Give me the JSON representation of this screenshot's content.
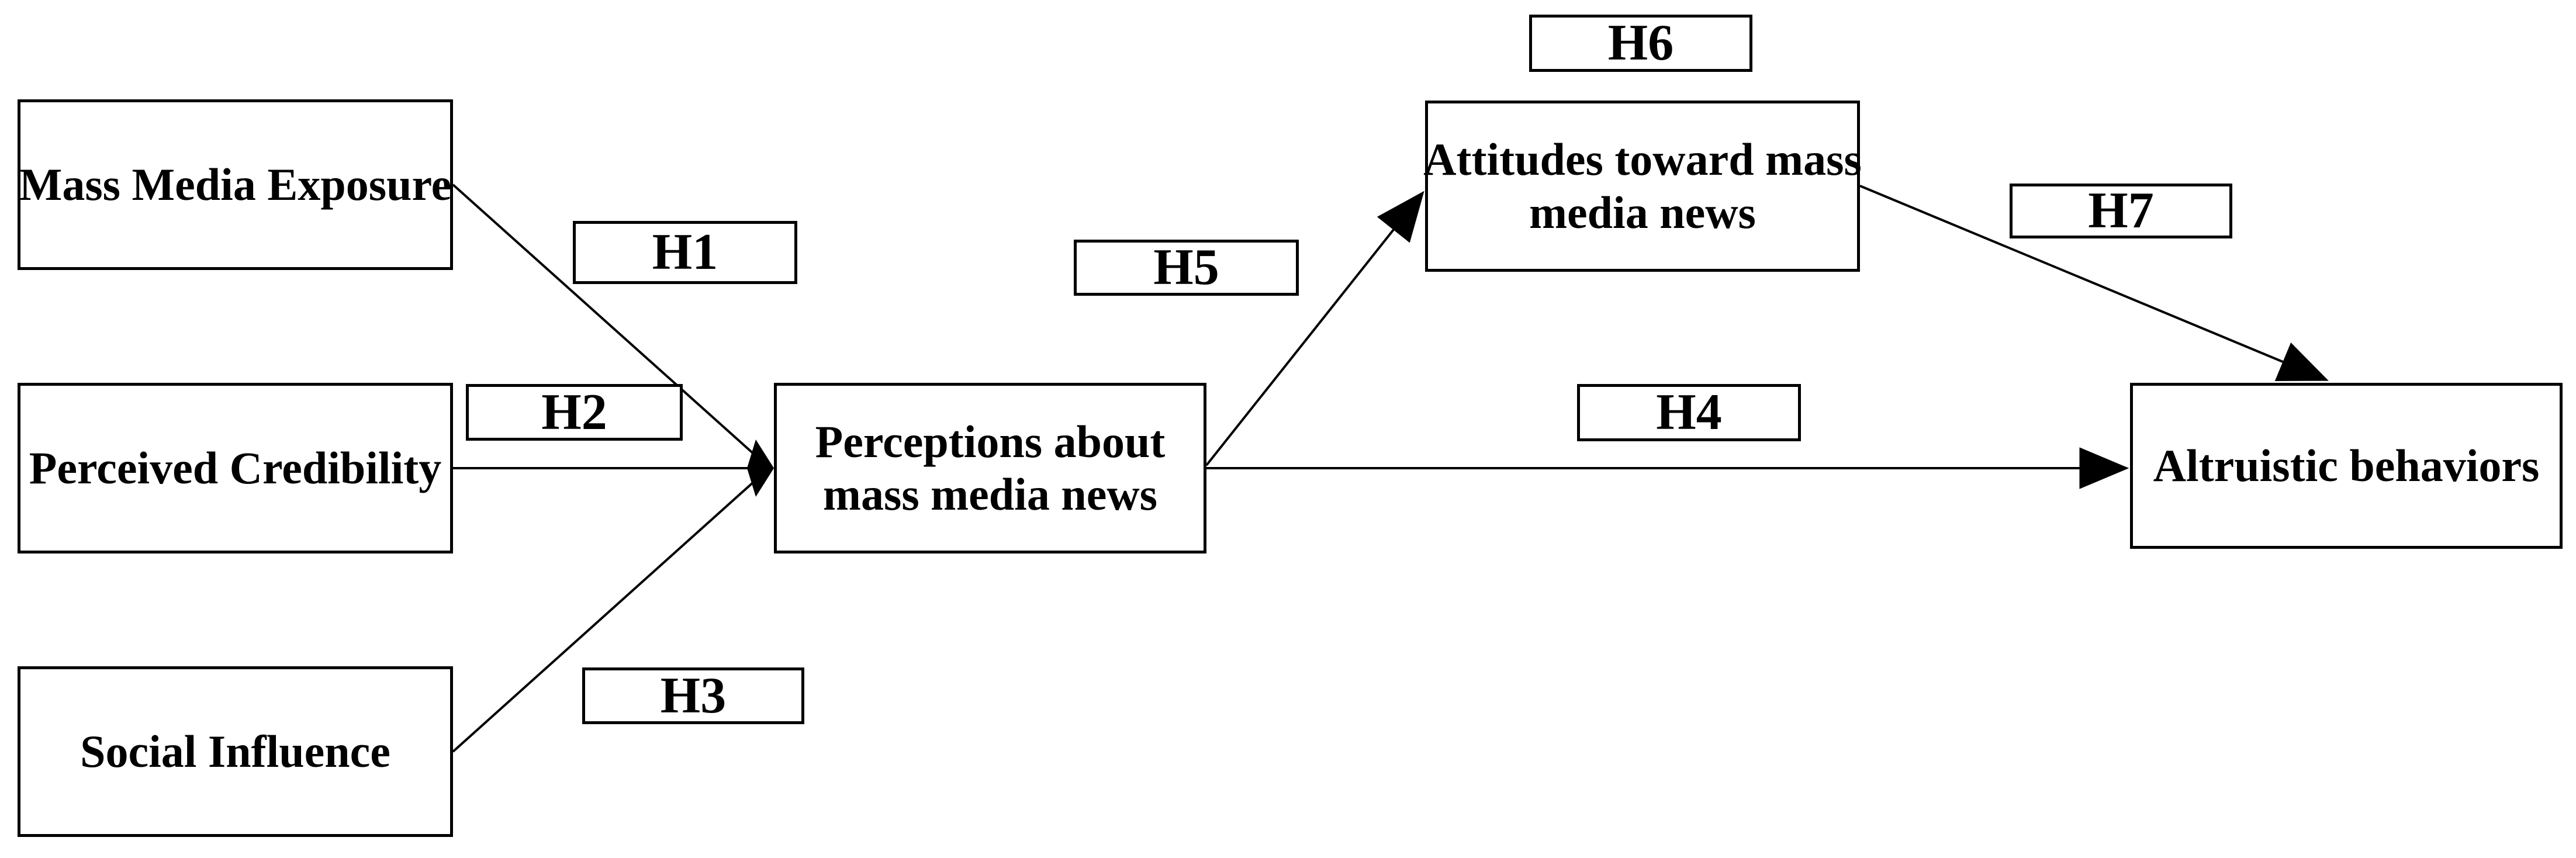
{
  "nodes": {
    "mass_media_exposure": {
      "label": "Mass Media Exposure"
    },
    "perceived_credibility": {
      "label": "Perceived Credibility"
    },
    "social_influence": {
      "label": "Social Influence"
    },
    "perceptions": {
      "line1": "Perceptions about",
      "line2": "mass media news"
    },
    "attitudes": {
      "line1": "Attitudes toward mass",
      "line2": "media news"
    },
    "altruistic_behaviors": {
      "label": "Altruistic behaviors"
    }
  },
  "hypothesis_labels": {
    "h1": "H1",
    "h2": "H2",
    "h3": "H3",
    "h4": "H4",
    "h5": "H5",
    "h6": "H6",
    "h7": "H7"
  },
  "edges": [
    {
      "label": "H1",
      "from": "Mass Media Exposure",
      "to": "Perceptions about mass media news"
    },
    {
      "label": "H2",
      "from": "Perceived Credibility",
      "to": "Perceptions about mass media news"
    },
    {
      "label": "H3",
      "from": "Social Influence",
      "to": "Perceptions about mass media news"
    },
    {
      "label": "H4",
      "from": "Perceptions about mass media news",
      "to": "Altruistic behaviors"
    },
    {
      "label": "H5",
      "from": "Perceptions about mass media news",
      "to": "Attitudes toward mass media news"
    },
    {
      "label": "H7",
      "from": "Attitudes toward mass media news",
      "to": "Altruistic behaviors"
    }
  ],
  "unattached_labels": [
    {
      "label": "H6",
      "position": "above Attitudes toward mass media news"
    }
  ],
  "colors": {
    "line": "#000000",
    "box_border": "#000000",
    "box_fill": "#ffffff",
    "text": "#000000",
    "background": "#ffffff"
  }
}
